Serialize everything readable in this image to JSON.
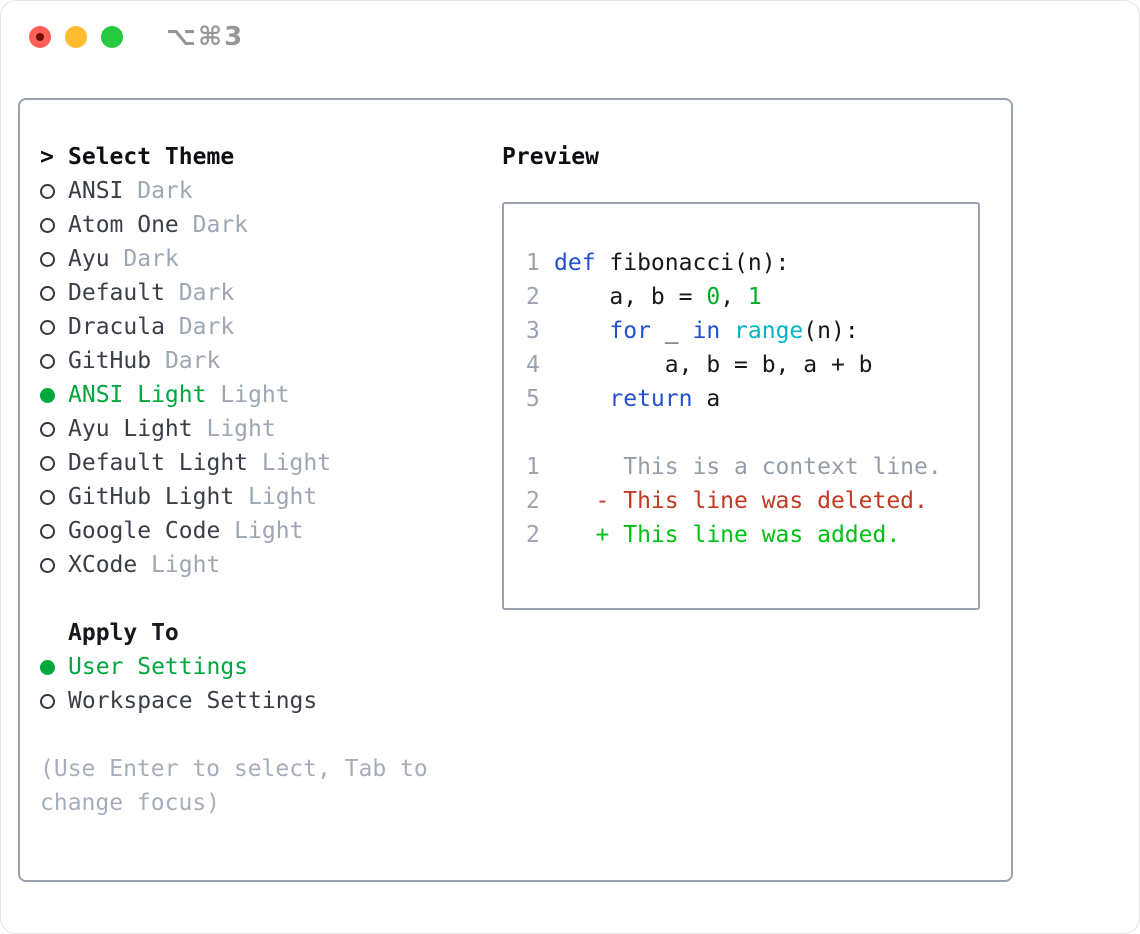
{
  "window": {
    "title": "⌥⌘3",
    "traffic_lights": [
      "close",
      "minimize",
      "zoom"
    ]
  },
  "theme_list": {
    "header_prefix": ">",
    "header": "Select Theme",
    "items": [
      {
        "label": "ANSI",
        "badge": "Dark",
        "selected": false
      },
      {
        "label": "Atom One",
        "badge": "Dark",
        "selected": false
      },
      {
        "label": "Ayu",
        "badge": "Dark",
        "selected": false
      },
      {
        "label": "Default",
        "badge": "Dark",
        "selected": false
      },
      {
        "label": "Dracula",
        "badge": "Dark",
        "selected": false
      },
      {
        "label": "GitHub",
        "badge": "Dark",
        "selected": false
      },
      {
        "label": "ANSI Light",
        "badge": "Light",
        "selected": true
      },
      {
        "label": "Ayu Light",
        "badge": "Light",
        "selected": false
      },
      {
        "label": "Default Light",
        "badge": "Light",
        "selected": false
      },
      {
        "label": "GitHub Light",
        "badge": "Light",
        "selected": false
      },
      {
        "label": "Google Code",
        "badge": "Light",
        "selected": false
      },
      {
        "label": "XCode",
        "badge": "Light",
        "selected": false
      }
    ]
  },
  "apply_to": {
    "header": "Apply To",
    "items": [
      {
        "label": "User Settings",
        "selected": true
      },
      {
        "label": "Workspace Settings",
        "selected": false
      }
    ]
  },
  "help_text": "(Use Enter to select, Tab to change focus)",
  "preview": {
    "header": "Preview",
    "code_lines": [
      {
        "num": "1",
        "segments": [
          [
            "kw",
            "def"
          ],
          [
            "plain",
            " fibonacci(n):"
          ]
        ]
      },
      {
        "num": "2",
        "segments": [
          [
            "plain",
            "    a, b = "
          ],
          [
            "num",
            "0"
          ],
          [
            "plain",
            ", "
          ],
          [
            "num",
            "1"
          ]
        ]
      },
      {
        "num": "3",
        "segments": [
          [
            "plain",
            "    "
          ],
          [
            "kw",
            "for"
          ],
          [
            "plain",
            " _ "
          ],
          [
            "kw",
            "in"
          ],
          [
            "plain",
            " "
          ],
          [
            "fn",
            "range"
          ],
          [
            "plain",
            "(n):"
          ]
        ]
      },
      {
        "num": "4",
        "segments": [
          [
            "plain",
            "        a, b = b, a + b"
          ]
        ]
      },
      {
        "num": "5",
        "segments": [
          [
            "plain",
            "    "
          ],
          [
            "kw",
            "return"
          ],
          [
            "plain",
            " a"
          ]
        ]
      },
      {
        "num": "",
        "segments": []
      },
      {
        "num": "1",
        "segments": [
          [
            "ctx",
            "     This is a context line."
          ]
        ]
      },
      {
        "num": "2",
        "segments": [
          [
            "del",
            "   - This line was deleted."
          ]
        ]
      },
      {
        "num": "2",
        "segments": [
          [
            "add",
            "   + This line was added."
          ]
        ]
      }
    ]
  },
  "colors": {
    "accent_green": "#00a73c",
    "keyword_blue": "#2150d0",
    "builtin_cyan": "#00b4c6",
    "number_green": "#00ae26",
    "diff_red": "#c13a21",
    "diff_green": "#00c013",
    "muted_gray": "#9da7b3",
    "border_gray": "#9aa2ae"
  }
}
